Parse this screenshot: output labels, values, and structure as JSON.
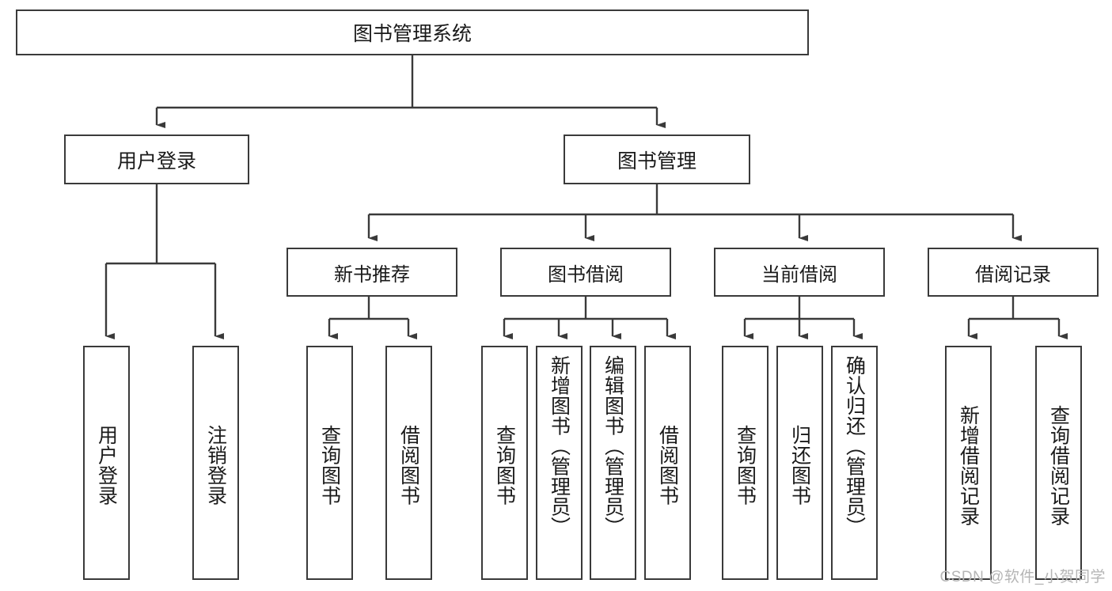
{
  "diagram": {
    "title": "图书管理系统",
    "watermark": "CSDN @软件_小贺同学",
    "nodes": {
      "root": {
        "label": "图书管理系统"
      },
      "level2": [
        {
          "id": "user-login",
          "label": "用户登录"
        },
        {
          "id": "book-management",
          "label": "图书管理"
        }
      ],
      "level3": [
        {
          "id": "new-book-recommend",
          "label": "新书推荐"
        },
        {
          "id": "book-borrow",
          "label": "图书借阅"
        },
        {
          "id": "current-borrow",
          "label": "当前借阅"
        },
        {
          "id": "borrow-record",
          "label": "借阅记录"
        }
      ],
      "leaves": [
        {
          "id": "leaf-user-login",
          "label": "用户登录",
          "parent": "user-login"
        },
        {
          "id": "leaf-logout-login",
          "label": "注销登录",
          "parent": "user-login"
        },
        {
          "id": "leaf-query-book-1",
          "label": "查询图书",
          "parent": "new-book-recommend"
        },
        {
          "id": "leaf-borrow-book-1",
          "label": "借阅图书",
          "parent": "new-book-recommend"
        },
        {
          "id": "leaf-query-book-2",
          "label": "查询图书",
          "parent": "book-borrow"
        },
        {
          "id": "leaf-add-book",
          "label": "新增图书（管理员）",
          "parent": "book-borrow"
        },
        {
          "id": "leaf-edit-book",
          "label": "编辑图书（管理员）",
          "parent": "book-borrow"
        },
        {
          "id": "leaf-borrow-book-2",
          "label": "借阅图书",
          "parent": "book-borrow"
        },
        {
          "id": "leaf-query-book-3",
          "label": "查询图书",
          "parent": "current-borrow"
        },
        {
          "id": "leaf-return-book",
          "label": "归还图书",
          "parent": "current-borrow"
        },
        {
          "id": "leaf-confirm-return",
          "label": "确认归还（管理员）",
          "parent": "current-borrow"
        },
        {
          "id": "leaf-add-record",
          "label": "新增借阅记录",
          "parent": "borrow-record"
        },
        {
          "id": "leaf-query-record",
          "label": "查询借阅记录",
          "parent": "borrow-record"
        }
      ]
    },
    "colors": {
      "stroke": "#3a3a3a",
      "background": "#ffffff",
      "text": "#1a1a1a",
      "watermark": "#b5b5b5"
    }
  }
}
